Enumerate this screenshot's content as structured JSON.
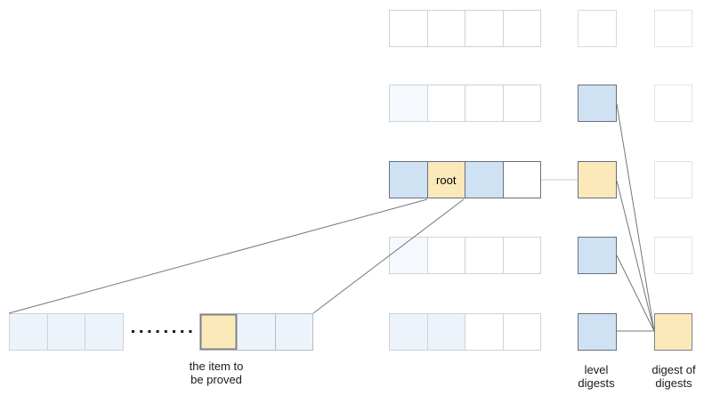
{
  "diagram": {
    "root_label": "root",
    "labels": {
      "item": [
        "the item to",
        "be proved"
      ],
      "level_digests": [
        "level",
        "digests"
      ],
      "digest_of_digests": [
        "digest of",
        "digests"
      ]
    },
    "colors": {
      "blue": "#cfe2f3",
      "yellow": "#fce9ba",
      "faint_blue": "#f5f9fe",
      "light_blue": "#edf3fb",
      "white": "#ffffff",
      "strong_border": "#68707c",
      "light_border": "#ced3d9",
      "white_box_border": "#d6d9dd",
      "right_col_border": "#e0e3e6",
      "item_strip_border": "#b6bcc2",
      "strong_cell_border": "#7d8186",
      "line": "#74777c",
      "light_line": "#c9cdd1",
      "dots": "#1c1c1c",
      "text": "#1a1a1a"
    },
    "grid_rows": [
      {
        "cells": [
          "w",
          "w",
          "w",
          "w"
        ],
        "strong": false
      },
      {
        "cells": [
          "f",
          "w",
          "w",
          "w"
        ],
        "strong": false
      },
      {
        "cells": [
          "b",
          "y",
          "b",
          "w"
        ],
        "strong": true,
        "root_col": 1
      },
      {
        "cells": [
          "f",
          "w",
          "w",
          "w"
        ],
        "strong": false
      },
      {
        "cells": [
          "t",
          "t",
          "w",
          "w"
        ],
        "strong": false
      }
    ],
    "level_cells": [
      "w",
      "b",
      "y",
      "b",
      "b"
    ],
    "digest_cells": [
      "w",
      "w",
      "w",
      "w",
      "y"
    ],
    "left_strip": [
      "t",
      "t",
      "t"
    ],
    "item_strip": [
      "y",
      "t",
      "t"
    ],
    "connections": [
      {
        "from": "root-row-right",
        "to": "level-digest-row3-left",
        "style": "light"
      },
      {
        "from": "level-digest-row2-right",
        "to": "digest-of-digests-left",
        "style": "dark"
      },
      {
        "from": "level-digest-row3-right",
        "to": "digest-of-digests-left",
        "style": "dark"
      },
      {
        "from": "level-digest-row4-right",
        "to": "digest-of-digests-left",
        "style": "dark"
      },
      {
        "from": "level-digest-row5-right",
        "to": "digest-of-digests-left",
        "style": "dark"
      },
      {
        "from": "root-cell-bottom-left",
        "to": "item-row-top-left",
        "style": "dark"
      },
      {
        "from": "root-cell-bottom-right",
        "to": "item-row-top-right",
        "style": "dark"
      }
    ]
  }
}
